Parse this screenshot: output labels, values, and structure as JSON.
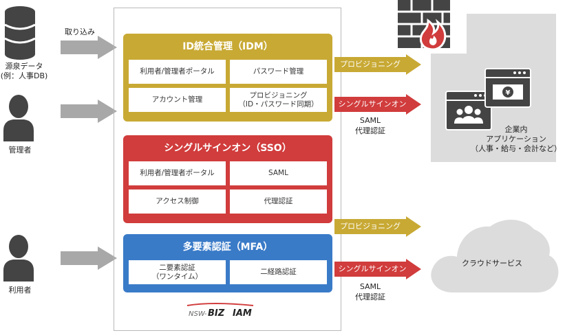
{
  "sources": {
    "datasource_label": "源泉データ\n(例：人事DB)",
    "import_label": "取り込み",
    "admin_label": "管理者",
    "user_label": "利用者"
  },
  "idm": {
    "title": "ID統合管理（IDM）",
    "cells": [
      "利用者/管理者ポータル",
      "パスワード管理",
      "アカウント管理",
      "プロビジョニング\n（ID・パスワード同期）"
    ]
  },
  "sso": {
    "title": "シングルサインオン（SSO）",
    "cells": [
      "利用者/管理者ポータル",
      "SAML",
      "アクセス制御",
      "代理認証"
    ]
  },
  "mfa": {
    "title": "多要素認証（MFA）",
    "cells": [
      "二要素認証\n（ワンタイム）",
      "二経路認証"
    ]
  },
  "logo": "NSW-BIZ IAM",
  "connectors": {
    "upper_provisioning": "プロビジョニング",
    "upper_sso": "シングルサインオン",
    "upper_sub": "SAML\n代理認証",
    "lower_provisioning": "プロビジョニング",
    "lower_sso": "シングルサインオン",
    "lower_sub": "SAML\n代理認証"
  },
  "targets": {
    "enterprise_label": "企業内\nアプリケーション\n（人事・給与・会計など）",
    "cloud_label": "クラウドサービス"
  },
  "colors": {
    "gold": "#c8a934",
    "red": "#d13c3c",
    "blue": "#3a7bc8",
    "dark": "#4a4a4a",
    "gray": "#bdbdbd"
  }
}
